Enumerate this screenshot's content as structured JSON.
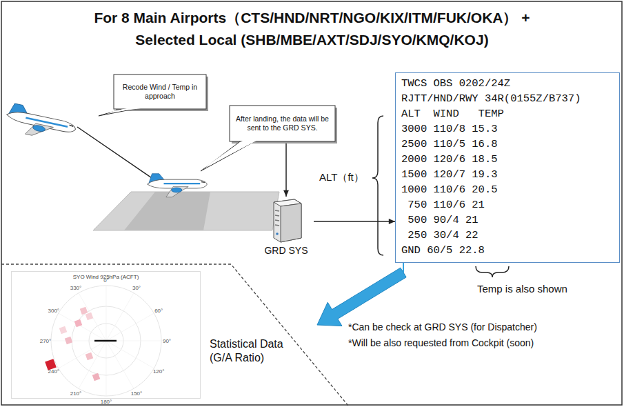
{
  "diagram": {
    "title": "For 8 Main Airports（CTS/HND/NRT/NGO/KIX/ITM/FUK/OKA） + Selected Local (SHB/MBE/AXT/SDJ/SYO/KMQ/KOJ)",
    "nodes": [
      {
        "text": [
          "Recode Wind / Temp in approach"
        ]
      },
      {
        "text": [
          "After landing, the data will be sent to the GRD SYS."
        ]
      },
      {
        "text": [
          "GRD SYS"
        ]
      },
      {
        "text": [
          "TWCS OBS 0202/24Z",
          "RJTT/HND/RWY 34R(0155Z/B737)",
          "ALT  WIND   TEMP",
          "3000 110/8 15.3",
          "2500 110/5 16.8",
          "2000 120/6 18.5",
          "1500 120/7 19.3",
          "1000 110/6 20.5",
          " 750 110/6 21",
          " 500 90/4 21",
          " 250 30/4 22",
          "GND 60/5 22.8"
        ]
      },
      {
        "text": [
          "Statistical Data (G/A Ratio)"
        ]
      },
      {
        "text": [
          "SYO Wind 925hPa (ACFT)"
        ],
        "in": 4
      }
    ],
    "edges": [
      {
        "from": 1,
        "to": 2,
        "arrow": "to"
      },
      {
        "from": 2,
        "to": 3,
        "arrow": "to"
      },
      {
        "from": 3,
        "to": 4,
        "arrow": "to"
      }
    ],
    "labels": [
      "ALT（ft）",
      "Temp is also shown",
      "*Can be check at GRD SYS (for Dispatcher)",
      "*Will be also requested from Cockpit (soon)",
      "0°",
      "30°",
      "60°",
      "90°",
      "120°",
      "150°",
      "180°",
      "210°",
      "240°",
      "270°",
      "300°",
      "330°"
    ]
  }
}
